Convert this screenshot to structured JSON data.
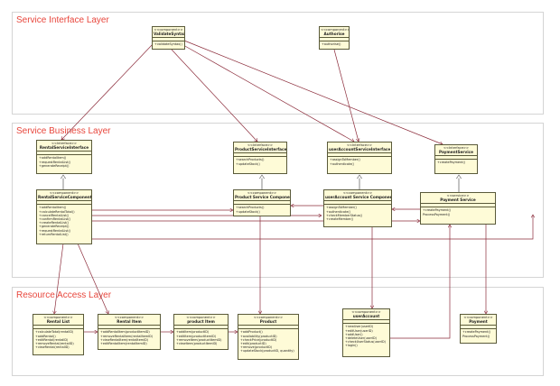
{
  "layers": {
    "service_interface": "Service Interface Layer",
    "service_business": "Service Business Layer",
    "resource_access": "Resource Access Layer"
  },
  "colors": {
    "layer_title": "#e8463c",
    "box_fill": "#fefbd7",
    "box_border": "#5a5a3a",
    "link": "#8b2b3a"
  },
  "boxes": {
    "validate_syntax": {
      "stereotype": "<<component>>",
      "name": "ValidateSyntax",
      "ops": [
        "+validateSyntax()"
      ]
    },
    "authorize": {
      "stereotype": "<<component>>",
      "name": "Authorise",
      "ops": [
        "+authorise()"
      ]
    },
    "rental_service_interface": {
      "stereotype": "<<Interface>>",
      "name": "RentalServiceInterface",
      "ops": [
        "+addRentalItem()",
        "+requestRentalList()",
        "+generateReceipt()"
      ]
    },
    "product_service_interface": {
      "stereotype": "<<Interface>>",
      "name": "ProductServiceInterface",
      "ops": [
        "+searchProducts()",
        "+updateStock()"
      ]
    },
    "useraccount_service_interface": {
      "stereotype": "<<Interface>>",
      "name": "userAccountServiceInterface",
      "ops": [
        "+assignToMember()",
        "+authenticate()"
      ]
    },
    "payment_service_interface": {
      "stereotype": "<<Interface>>",
      "name": "PaymentService",
      "ops": [
        "+createPayment()"
      ]
    },
    "rental_service_component": {
      "stereotype": "<<component>>",
      "name": "RentalServiceComponent",
      "ops": [
        "+addRentalItem()",
        "+calculateRentalTotal()",
        "+cancelRentalList()",
        "+confirmRentalList()",
        "+createRentalList()",
        "+generateReceipt()",
        "+requestRentalList()",
        "+returnRentalList()"
      ]
    },
    "product_service_component": {
      "stereotype": "<<component>>",
      "name": "Product Service Component",
      "ops": [
        "+searchProducts()",
        "+updateStock()"
      ]
    },
    "useraccount_service_component": {
      "stereotype": "<<component>>",
      "name": "userAccount Service Component",
      "ops": [
        "+assignToMember()",
        "+authenticate()",
        "+checkMemberStatus()",
        "+createMember()"
      ]
    },
    "payment_service": {
      "stereotype": "<<service>>",
      "name": "Payment Service",
      "ops": [
        "+createPayment()",
        "ProcessPayment()"
      ]
    },
    "rental_list": {
      "stereotype": "<<component>>",
      "name": "Rental List",
      "ops": [
        "+calculateTotal(rentalID)",
        "+addRental()",
        "+editRental(rentalID)",
        "+removeRental(rentalID)",
        "+viewRental(rentalID)"
      ]
    },
    "rental_item": {
      "stereotype": "<<component>>",
      "name": "Rental Item",
      "ops": [
        "+addRentalItem(productItemID)",
        "+removeRentalItem(rentalItemID)",
        "+viewRentalItem(rentalItemID)",
        "+editRentalItem(rentalItemID)"
      ]
    },
    "product_item": {
      "stereotype": "<<component>>",
      "name": "product Item",
      "ops": [
        "+addItem(productID)",
        "+editItem(productItemID)",
        "+removeItem(productItemID)",
        "+viewItem(productItemID)"
      ]
    },
    "product": {
      "stereotype": "<<component>>",
      "name": "Product",
      "ops": [
        "+addProduct()",
        "+availability(productID)",
        "+checkPrice(productID)",
        "+edit(productID)",
        "+remove(productID)",
        "+updateStock(productID, quantity)"
      ]
    },
    "useraccount": {
      "stereotype": "<<component>>",
      "name": "userAccount",
      "ops": [
        "+newUser(userID)",
        "+editUser(userID)",
        "+addUser()",
        "+deleteUser(userID)",
        "+checkUserStatus(userID)",
        "+login()"
      ]
    },
    "payment": {
      "stereotype": "<<component>>",
      "name": "Payment",
      "ops": [
        "+createPayment()",
        "ProcessPayment()"
      ]
    }
  }
}
